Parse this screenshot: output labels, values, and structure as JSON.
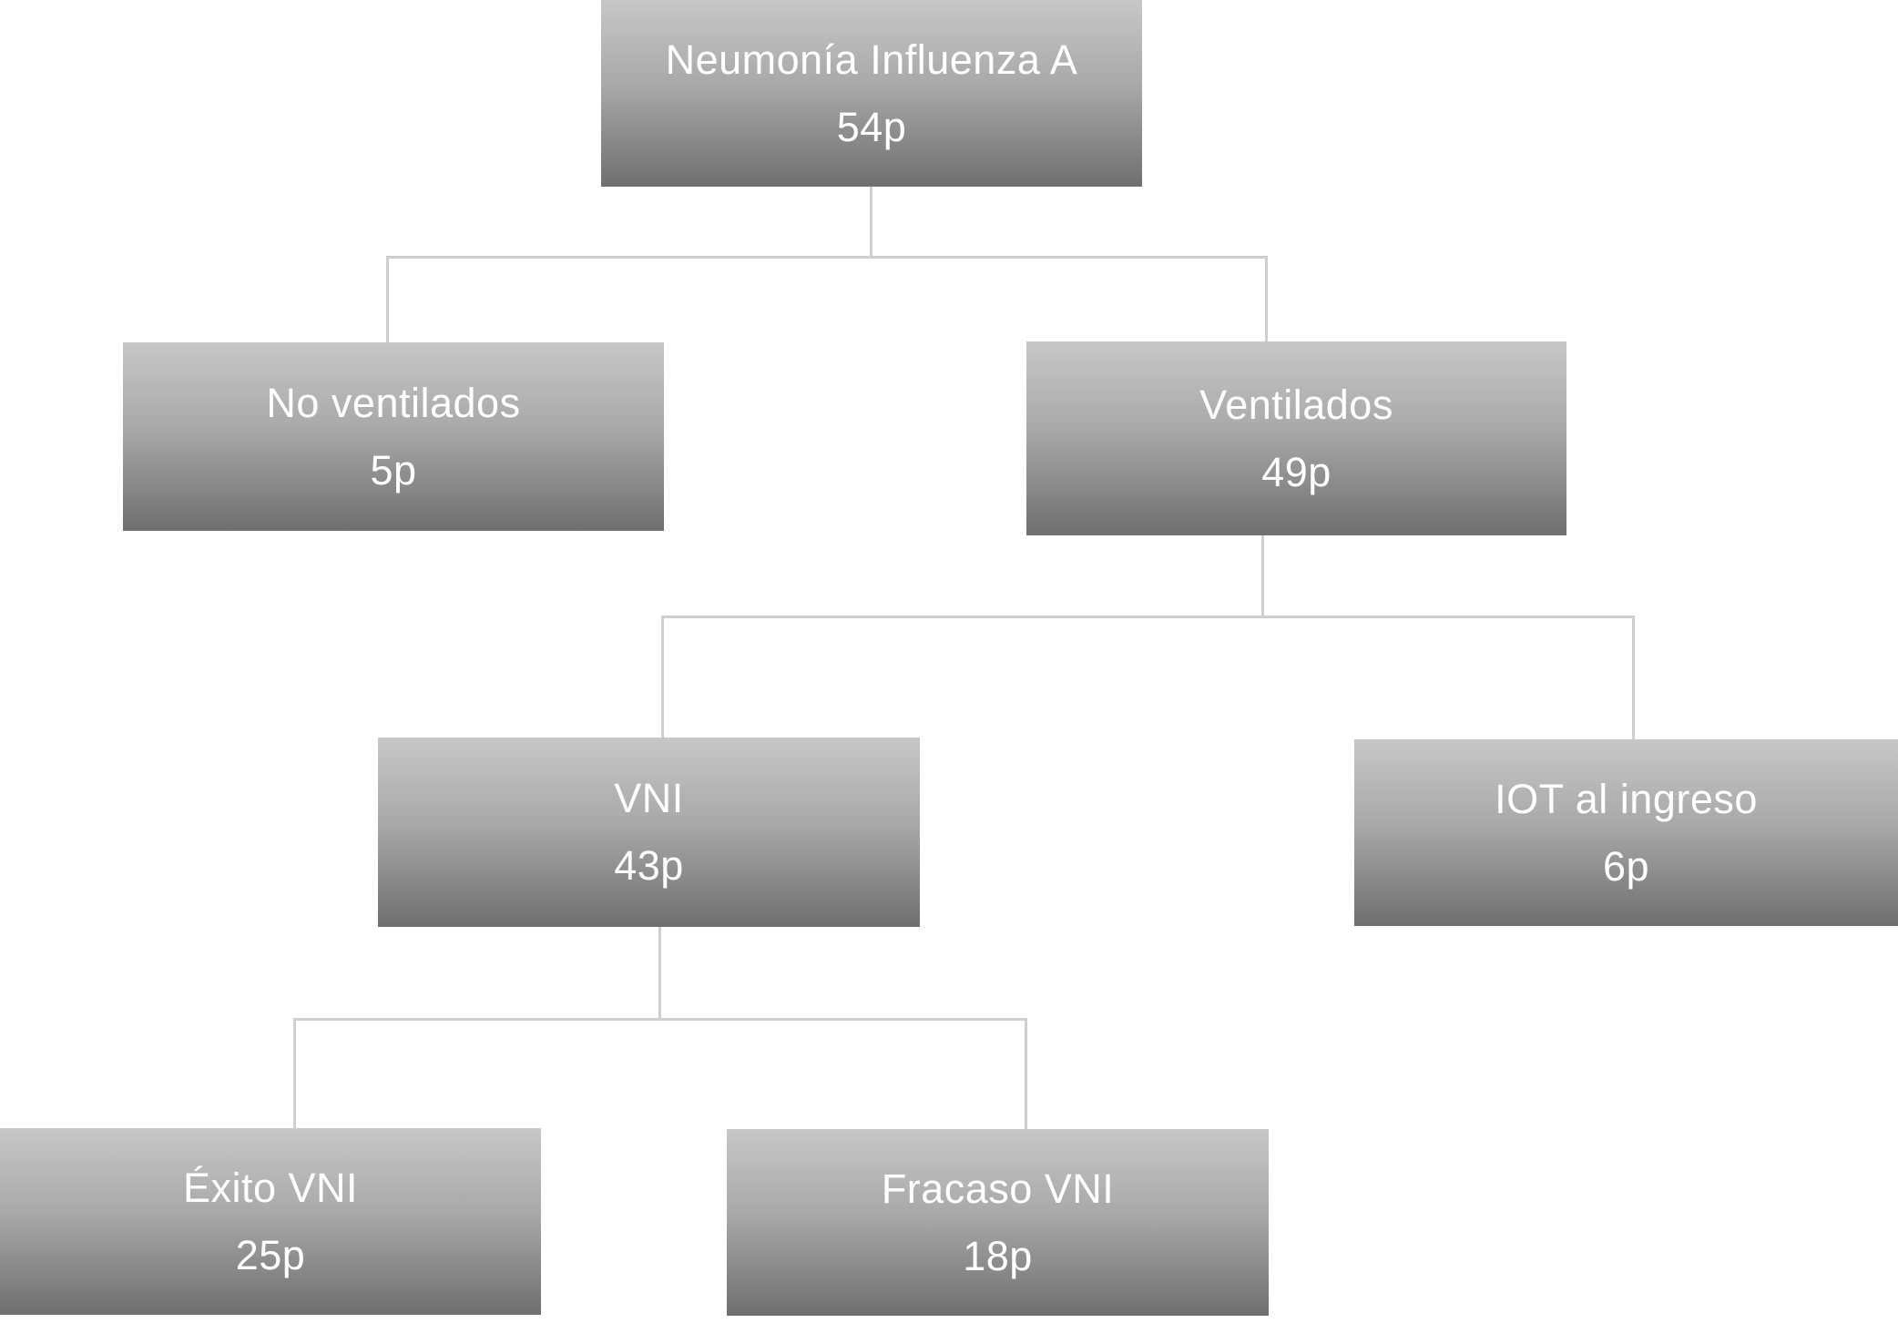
{
  "diagram": {
    "type": "patient-flow-tree",
    "nodes": {
      "root": {
        "label": "Neumonía Influenza A",
        "count": "54p"
      },
      "no_vent": {
        "label": "No ventilados",
        "count": "5p"
      },
      "vent": {
        "label": "Ventilados",
        "count": "49p"
      },
      "vni": {
        "label": "VNI",
        "count": "43p"
      },
      "iot": {
        "label": "IOT al ingreso",
        "count": "6p"
      },
      "exito": {
        "label": "Éxito VNI",
        "count": "25p"
      },
      "fracaso": {
        "label": "Fracaso VNI",
        "count": "18p"
      }
    },
    "edges": [
      {
        "from": "root",
        "to": "no_vent"
      },
      {
        "from": "root",
        "to": "vent"
      },
      {
        "from": "vent",
        "to": "vni"
      },
      {
        "from": "vent",
        "to": "iot"
      },
      {
        "from": "vni",
        "to": "exito"
      },
      {
        "from": "vni",
        "to": "fracaso"
      }
    ],
    "colors": {
      "box_gradient_top": "#c7c7c7",
      "box_gradient_bottom": "#6f6f6f",
      "text": "#ffffff",
      "connector": "#cfcfcf",
      "background": "#ffffff"
    }
  }
}
